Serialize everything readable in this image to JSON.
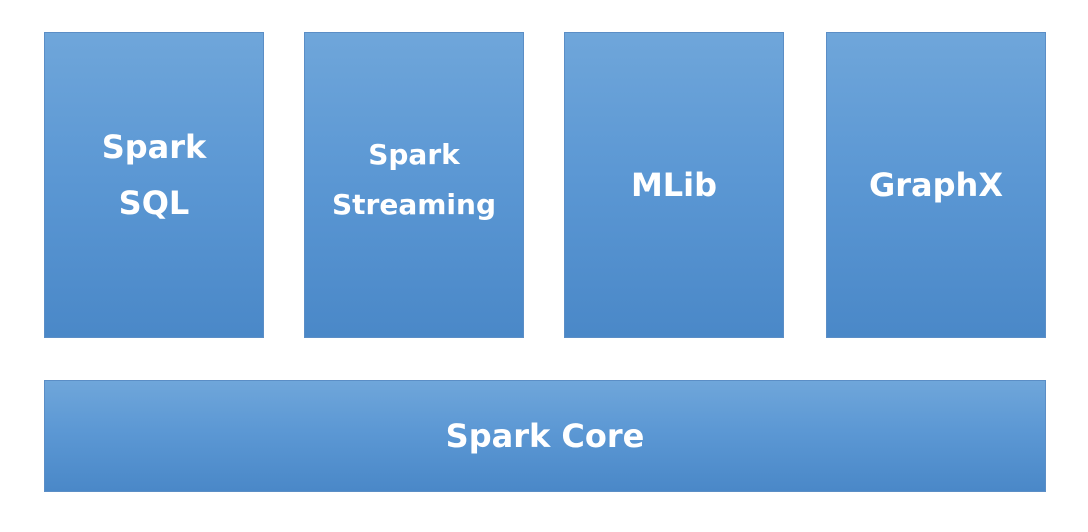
{
  "diagram": {
    "blocks": [
      {
        "label": "Spark\nSQL"
      },
      {
        "label": "Spark\nStreaming"
      },
      {
        "label": "MLib"
      },
      {
        "label": "GraphX"
      }
    ],
    "base": {
      "label": "Spark Core"
    }
  }
}
